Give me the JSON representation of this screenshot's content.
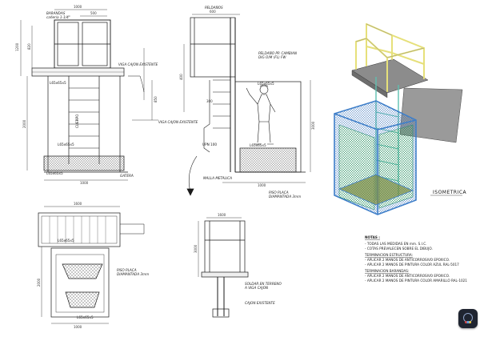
{
  "labels": {
    "barandas": "BARANDAS",
    "barandas_spec": "cañería 1-1/4\"",
    "viga_cajon_1": "VIGA CAJON EXISTENTE",
    "viga_cajon_2": "VIGA CAJON EXISTENTE",
    "cuerpo_lbl": "CUERPO",
    "peldanos": "PELDAÑOS",
    "peldanos_spec": "PELDAÑO PP. CAMBIAN",
    "peldanos_spec2": "DIG O/M (FL) FW",
    "upn": "UPN 100",
    "malla": "MALLA METALICA",
    "piso_placa_1": "PISO PLACA",
    "diamantada_1": "DIAMANTADA 3mm",
    "piso_placa_2": "PISO PLACA",
    "diamantada_2": "DIAMANTADA 3mm",
    "soldar": "SOLDAR EN TERRENO",
    "soldar2": "A VIGA CAJON",
    "cajon_exist": "CAJON EXISTENTE",
    "gatera": "GATERA",
    "isometrica": "ISOMETRICA",
    "l_a": "L65x65x5",
    "l_b": "L65x65x5",
    "l_c": "L65x65x5",
    "l_d": "L65x65x5",
    "l_e": "L65x65x5",
    "l_f": "L65x65x5",
    "l_g": "L65x65x5"
  },
  "dimensions": {
    "d1000": "1000",
    "d500": "500",
    "d1200": "1200",
    "d820": "820",
    "d2000": "2000",
    "d3000": "3000",
    "d1600": "1600",
    "d400": "400",
    "d600": "600",
    "d300": "300",
    "d850": "850",
    "d1000b": "1000",
    "d1000c": "1000",
    "d1000d": "1000",
    "d3000b": "3000",
    "d2000b": "2000",
    "d1600b": "1600"
  },
  "notes": {
    "title": "NOTAS :",
    "lines": [
      "- TODAS LAS MEDIDAS EN mm. S.I.C.",
      "- COTAS PREVALECEN SOBRE EL DIBUJO.",
      "TERMINACION ESTRUCTURA:",
      "- APLICAR 2 MANOS DE ANTICORROSIVO EPOXICO.",
      "- APLICAR 2 MANOS DE PINTURA COLOR AZUL RAL-5017",
      "TERMINACION BARANDAS:",
      "- APLICAR 2 MANOS DE ANTICORROSIVO EPOXICO.",
      "- APLICAR 2 MANOS DE PINTURA COLOR AMARILLO RAL-1021"
    ]
  },
  "colors": {
    "line": "#1a1a1a",
    "iso_yellow": "#e6e07a",
    "iso_blue": "#3f7fc9",
    "iso_teal": "#2a8a7a",
    "iso_floor": "#7a8a40",
    "iso_grid": "#23a050",
    "iso_platform": "#8c8c8c"
  },
  "badge": {
    "icon": "app-badge-icon"
  }
}
